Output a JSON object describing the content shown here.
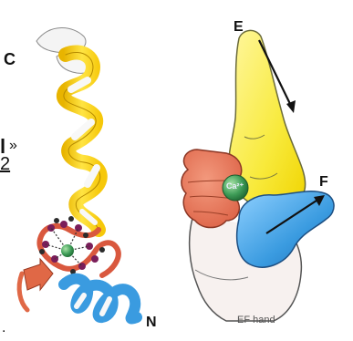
{
  "labels": {
    "helix_c_terminus": "C",
    "helix_n_terminus": "N",
    "helix_e": "E",
    "helix_f": "F",
    "calcium_ion": "Ca²⁺",
    "hand_caption": "EF hand"
  },
  "page_fragments": {
    "line1_bold": "l",
    "line1_chevron": "»",
    "line2_number": "2",
    "bottom_dot": "."
  },
  "colors": {
    "helix_yellow": "#f2d21e",
    "loop_red": "#e0654a",
    "helix_blue": "#3d9fe0",
    "calcium_green": "#4caf6a",
    "palm_skin": "#f7f1ef"
  }
}
